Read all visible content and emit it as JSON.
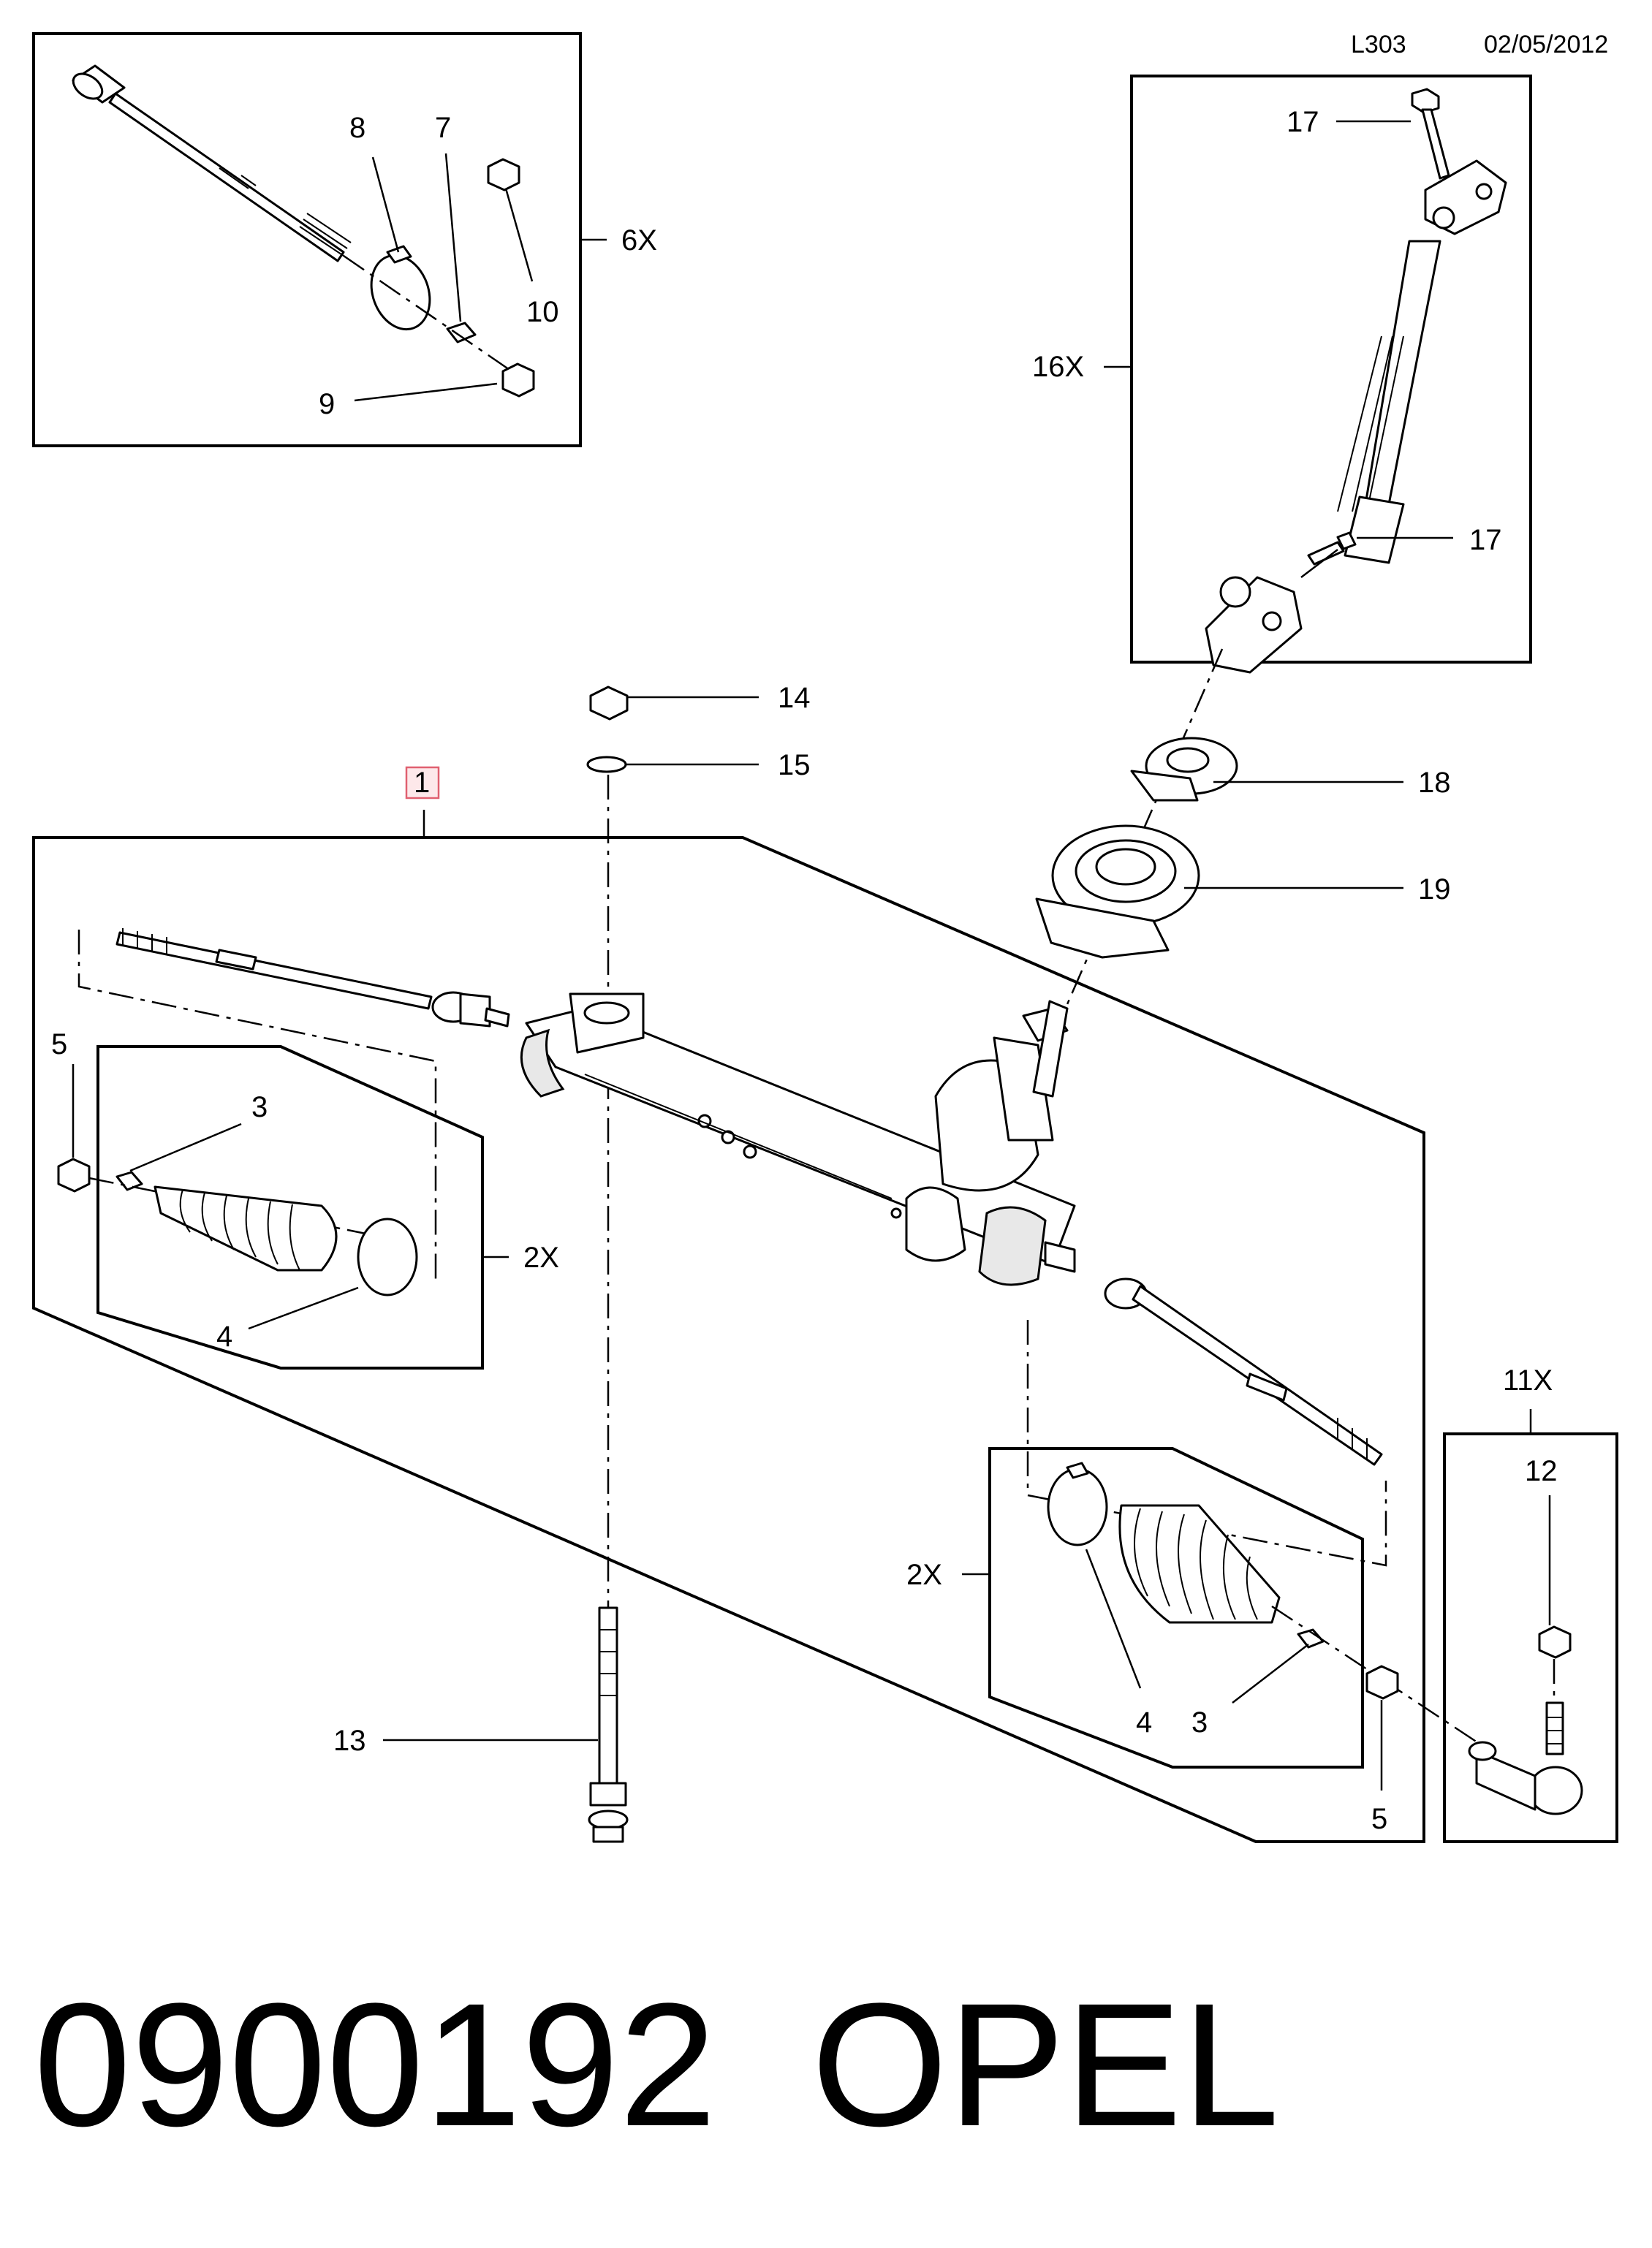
{
  "header": {
    "code": "L303",
    "date": "02/05/2012"
  },
  "callouts": {
    "n1": "1",
    "n2x_left": "2X",
    "n2x_right": "2X",
    "n3_left": "3",
    "n3_right": "3",
    "n4_left": "4",
    "n4_right": "4",
    "n5_left": "5",
    "n5_right": "5",
    "n6x": "6X",
    "n7": "7",
    "n8": "8",
    "n9": "9",
    "n10": "10",
    "n11x": "11X",
    "n12": "12",
    "n13": "13",
    "n14": "14",
    "n15": "15",
    "n16x": "16X",
    "n17_top": "17",
    "n17_bottom": "17",
    "n18": "18",
    "n19": "19"
  },
  "footer": {
    "part_number": "0900192",
    "brand": "OPEL"
  },
  "colors": {
    "callout_highlight_border": "#e06070",
    "callout_highlight_fill": "#fde8ea"
  }
}
